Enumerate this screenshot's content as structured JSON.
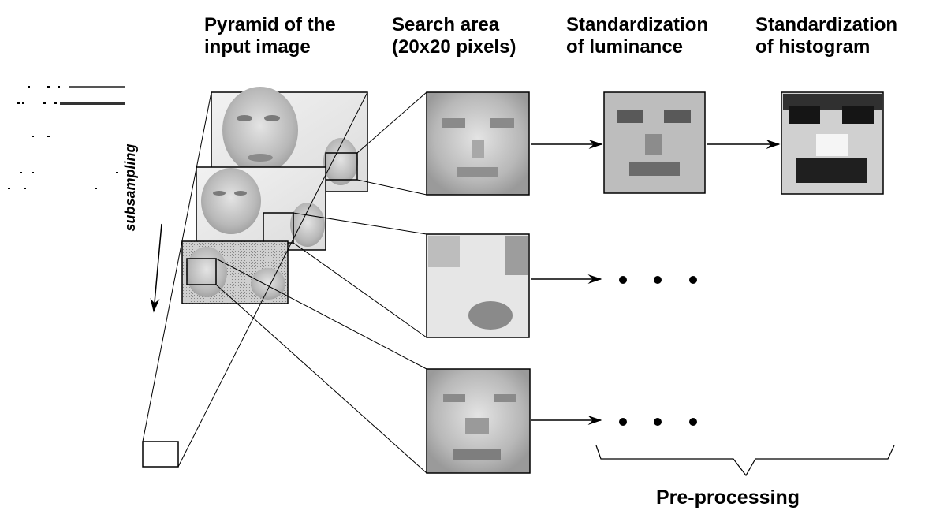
{
  "headers": {
    "pyramid": [
      "Pyramid of the",
      "input image"
    ],
    "search": [
      "Search area",
      "(20x20 pixels)"
    ],
    "luminance": [
      "Standardization",
      "of luminance"
    ],
    "histogram": [
      "Standardization",
      "of histogram"
    ]
  },
  "subsampling_label": "subsampling",
  "preprocessing_label": "Pre-processing",
  "colors": {
    "line": "#000000",
    "background": "#ffffff",
    "face_light": "#d8d8d8",
    "face_dark": "#6e6e6e"
  }
}
